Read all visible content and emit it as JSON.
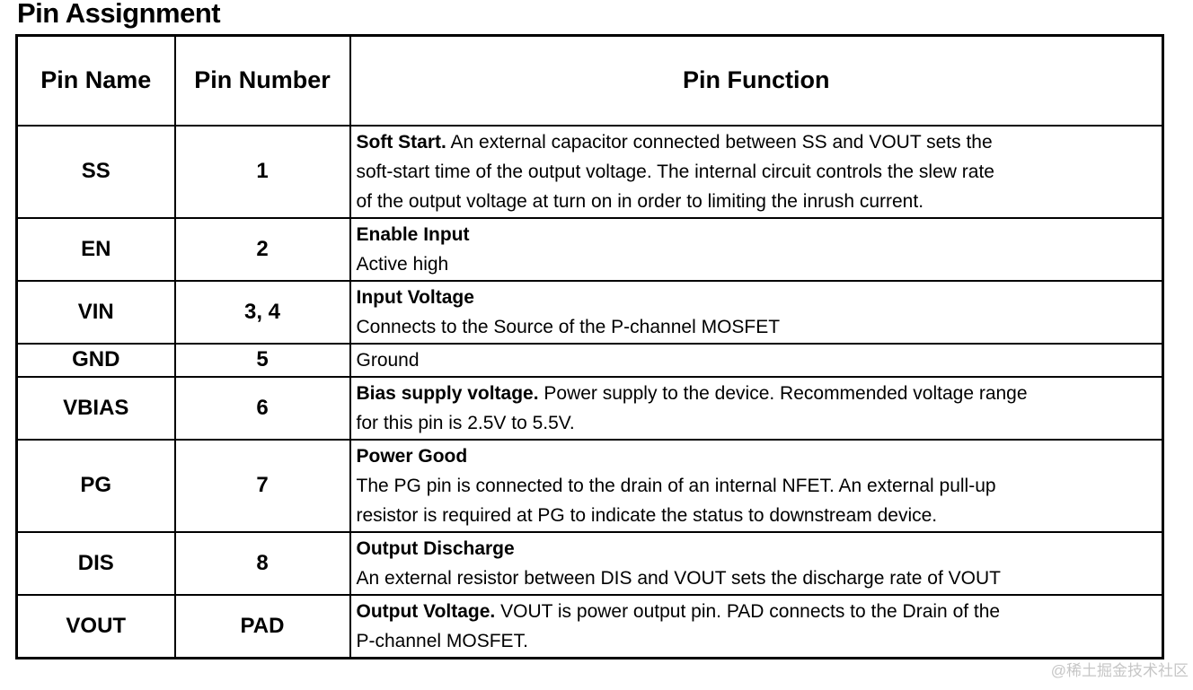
{
  "page": {
    "title": "Pin Assignment",
    "watermark": "@稀土掘金技术社区"
  },
  "table": {
    "headers": [
      "Pin Name",
      "Pin Number",
      "Pin Function"
    ],
    "rows": [
      {
        "pin_name": "SS",
        "pin_number": "1",
        "function_bold": "Soft Start.",
        "function_text": " An external capacitor connected between SS and VOUT sets the\nsoft-start time of the output voltage. The internal circuit controls the slew rate\nof the output voltage at turn on in order to limiting the inrush current."
      },
      {
        "pin_name": "EN",
        "pin_number": "2",
        "function_bold": "Enable Input",
        "function_text": "Active high"
      },
      {
        "pin_name": "VIN",
        "pin_number": "3, 4",
        "function_bold": "Input Voltage",
        "function_text": "Connects to the Source of the P-channel MOSFET"
      },
      {
        "pin_name": "GND",
        "pin_number": "5",
        "function_bold": "",
        "function_text": "Ground"
      },
      {
        "pin_name": "VBIAS",
        "pin_number": "6",
        "function_bold": "Bias supply voltage.",
        "function_text": " Power supply to the device. Recommended voltage range\nfor this pin is 2.5V to 5.5V."
      },
      {
        "pin_name": "PG",
        "pin_number": "7",
        "function_bold": "Power Good",
        "function_text": "The PG pin is connected to the drain of an internal NFET. An external pull-up\nresistor is required at PG to indicate the status to downstream device."
      },
      {
        "pin_name": "DIS",
        "pin_number": "8",
        "function_bold": "Output Discharge",
        "function_text": "An external resistor between DIS and VOUT sets the discharge rate of VOUT"
      },
      {
        "pin_name": "VOUT",
        "pin_number": "PAD",
        "function_bold": "Output Voltage.",
        "function_text": " VOUT is power output pin. PAD connects to the Drain of the\nP-channel MOSFET."
      }
    ]
  }
}
